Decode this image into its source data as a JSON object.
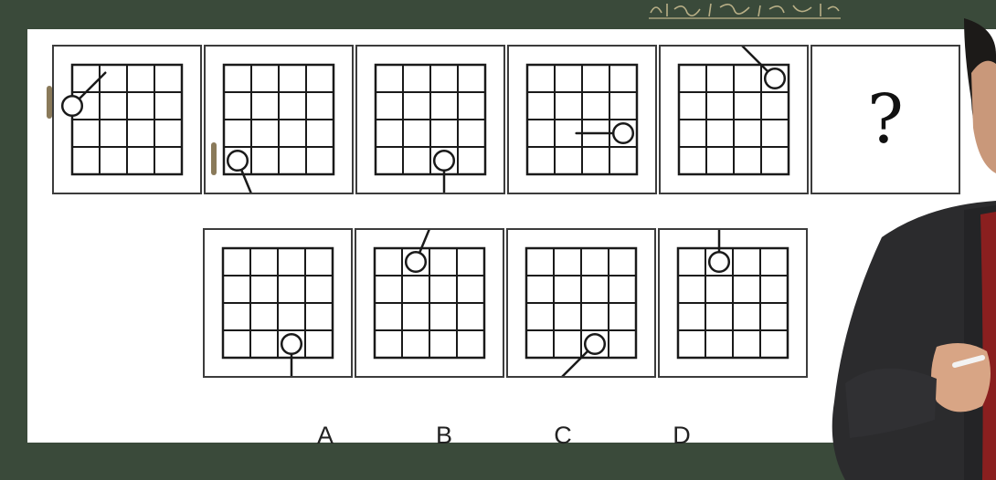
{
  "question_mark": "?",
  "option_labels": [
    "A",
    "B",
    "C",
    "D"
  ],
  "grid": {
    "rows": 4,
    "cols": 4
  },
  "sequence": [
    {
      "circle": [
        0,
        1.5
      ],
      "tail_angle": 45
    },
    {
      "circle": [
        0.5,
        3.5
      ],
      "tail_angle": -67.5
    },
    {
      "circle": [
        2.5,
        3.5
      ],
      "tail_angle": -90
    },
    {
      "circle": [
        3.5,
        2.5
      ],
      "tail_angle": 180
    },
    {
      "circle": [
        3.5,
        0.5
      ],
      "tail_angle": 135
    }
  ],
  "options": [
    {
      "label": "A",
      "circle": [
        2.5,
        3.5
      ],
      "tail_angle": -90
    },
    {
      "label": "B",
      "circle": [
        1.5,
        0.5
      ],
      "tail_angle": 67.5
    },
    {
      "label": "C",
      "circle": [
        2.5,
        3.5
      ],
      "tail_angle": -135
    },
    {
      "label": "D",
      "circle": [
        1.5,
        0.5
      ],
      "tail_angle": 90
    }
  ],
  "colors": {
    "background": "#3a4a3a",
    "slide": "#ffffff",
    "ink": "#1a1a1a",
    "border": "#3c3c3c"
  }
}
